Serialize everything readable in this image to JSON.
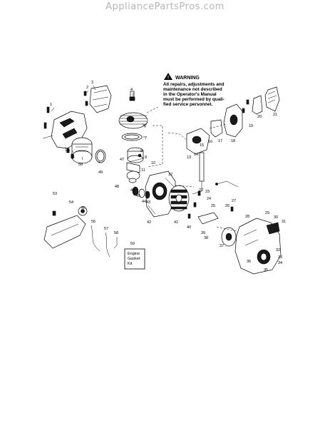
{
  "site": {
    "watermark": "AppliancePartsPros.com"
  },
  "warning": {
    "title": "WARNING",
    "lines": [
      "All repairs, adjustments and",
      "maintenance not described",
      "in the Operator's Manual",
      "must be performed by quali-",
      "fied service personnel."
    ]
  },
  "kit_box": {
    "lines": [
      "Engine",
      "Gasket",
      "Kit"
    ]
  },
  "callouts": [
    "1",
    "2",
    "3",
    "4",
    "5",
    "6",
    "7",
    "8",
    "9",
    "10",
    "11",
    "12",
    "13",
    "14",
    "15",
    "16",
    "17",
    "18",
    "19",
    "20",
    "21",
    "22",
    "23",
    "24",
    "25",
    "26",
    "27",
    "28",
    "29",
    "30",
    "31",
    "32",
    "33",
    "34",
    "35",
    "36",
    "37",
    "38",
    "39",
    "40",
    "41",
    "42",
    "43",
    "44",
    "45",
    "46",
    "47",
    "48",
    "49",
    "50",
    "51",
    "52",
    "53",
    "54",
    "55",
    "56",
    "57",
    "58",
    "59"
  ]
}
